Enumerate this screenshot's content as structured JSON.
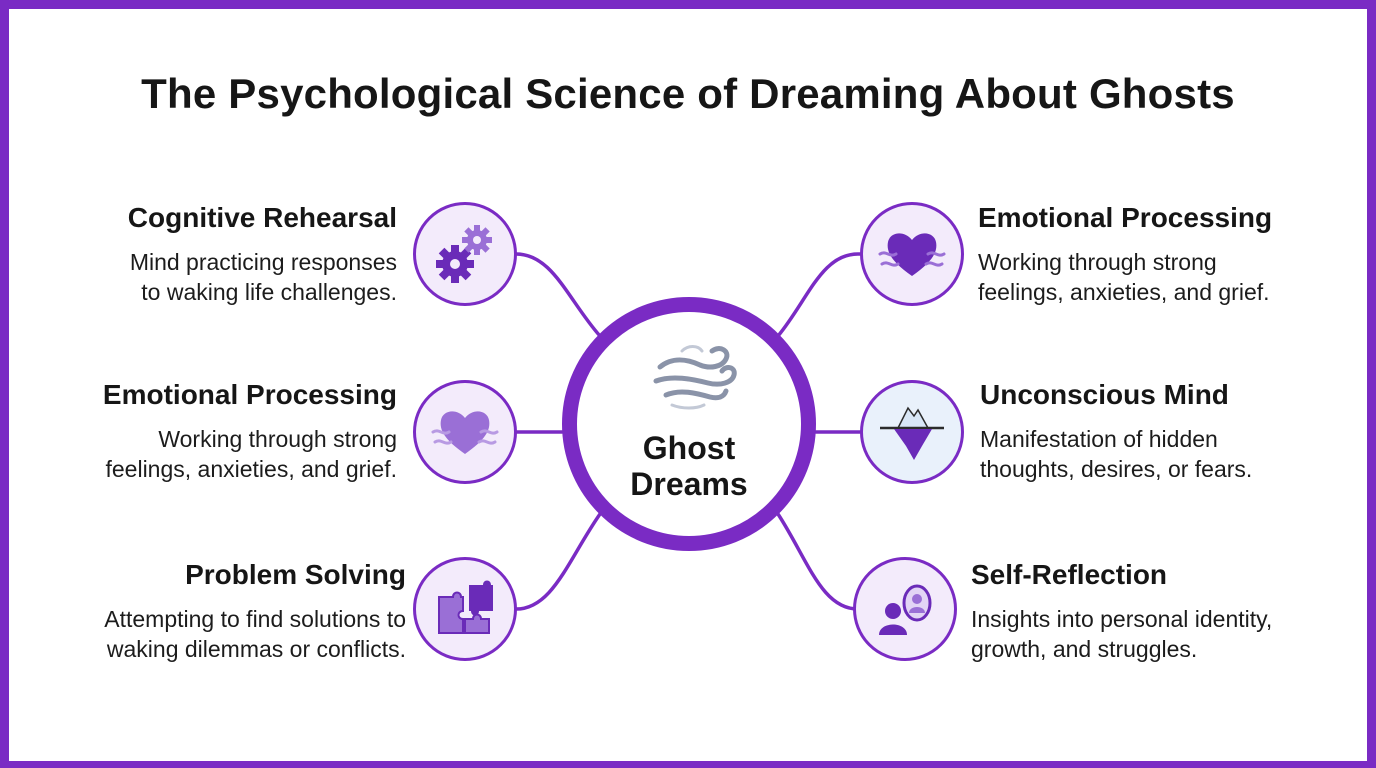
{
  "title": "The Psychological Science of Dreaming About Ghosts",
  "hub": {
    "label_line1": "Ghost",
    "label_line2": "Dreams",
    "icon": "swirling-mist-icon"
  },
  "branches": {
    "left": [
      {
        "title": "Cognitive Rehearsal",
        "desc_line1": "Mind practicing responses",
        "desc_line2": "to waking life challenges.",
        "icon": "gears-icon"
      },
      {
        "title": "Emotional Processing",
        "desc_line1": "Working through strong",
        "desc_line2": "feelings, anxieties, and grief.",
        "icon": "heart-icon"
      },
      {
        "title": "Problem Solving",
        "desc_line1": "Attempting to find solutions to",
        "desc_line2": "waking dilemmas or conflicts.",
        "icon": "puzzle-icon"
      }
    ],
    "right": [
      {
        "title": "Emotional Processing",
        "desc_line1": "Working through strong",
        "desc_line2": "feelings, anxieties, and grief.",
        "icon": "heart-icon"
      },
      {
        "title": "Unconscious Mind",
        "desc_line1": "Manifestation of hidden",
        "desc_line2": "thoughts, desires, or fears.",
        "icon": "iceberg-icon"
      },
      {
        "title": "Self-Reflection",
        "desc_line1": "Insights into personal identity,",
        "desc_line2": "growth, and struggles.",
        "icon": "mirror-person-icon"
      }
    ]
  },
  "colors": {
    "accent": "#7a2bc4",
    "icon_fill": "#6a2bb8",
    "node_bg": "#f3ebfb"
  }
}
